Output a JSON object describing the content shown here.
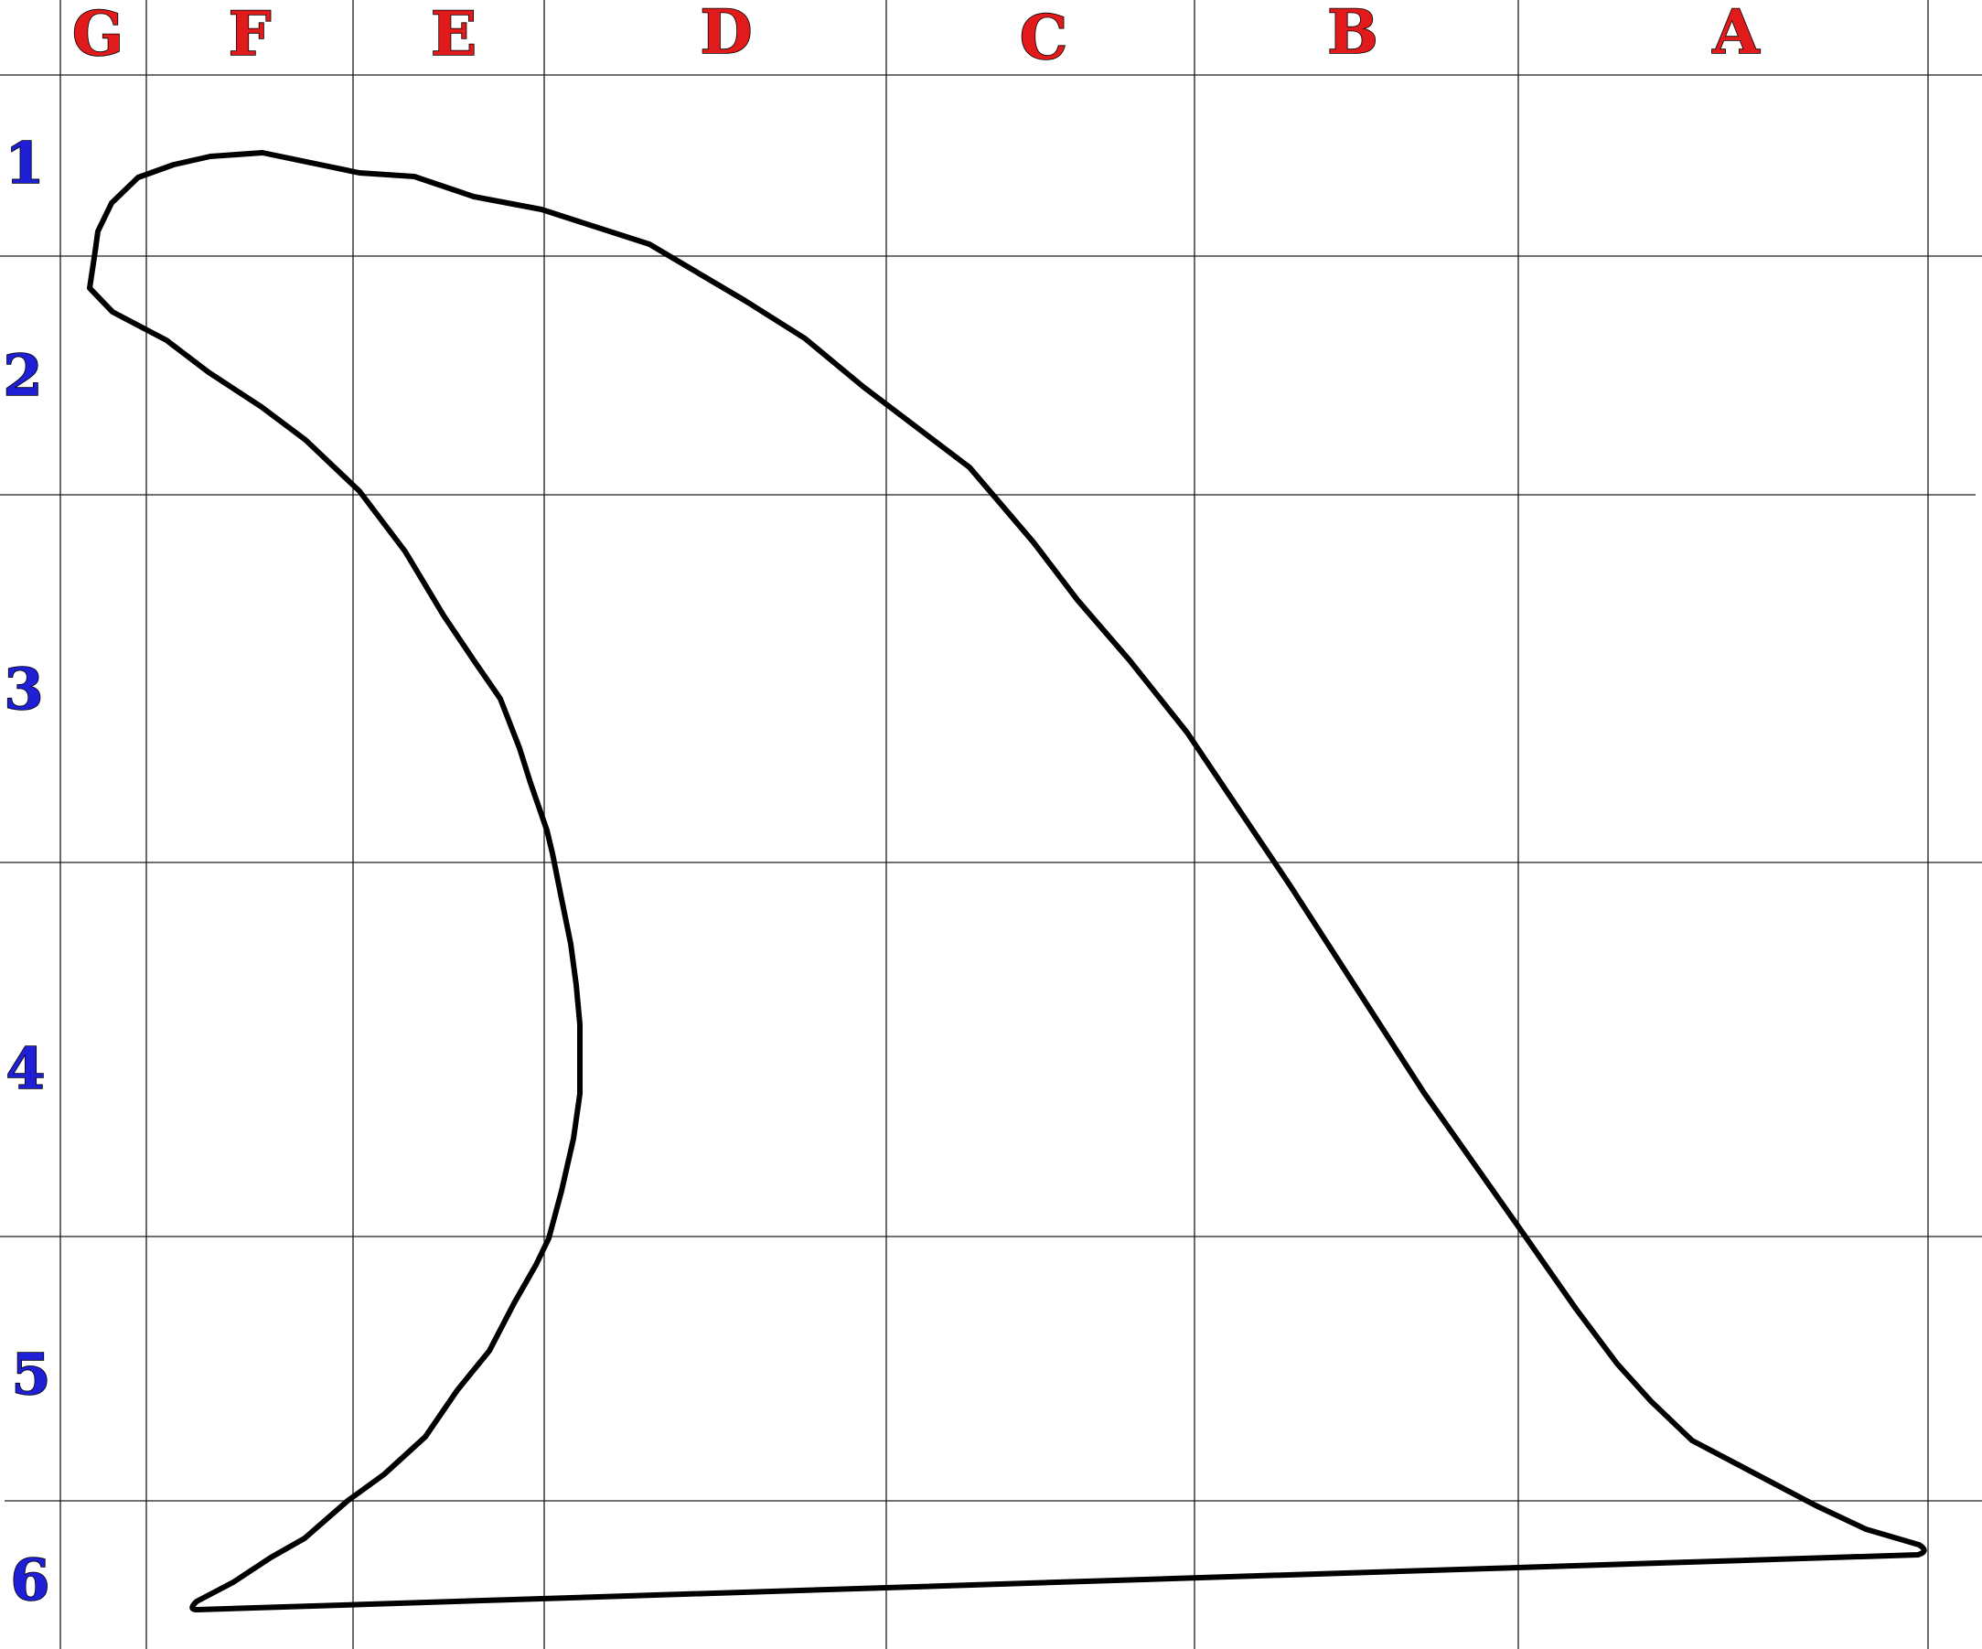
{
  "grid": {
    "column_labels": [
      "G",
      "F",
      "E",
      "D",
      "C",
      "B",
      "A"
    ],
    "row_labels": [
      "1",
      "2",
      "3",
      "4",
      "5",
      "6"
    ],
    "column_label_color": "#e11b1b",
    "row_label_color": "#1f1fd6",
    "line_color": "#1a1a1a"
  },
  "shape": {
    "description_name": "closed outline curve",
    "stroke_color": "#000000"
  }
}
